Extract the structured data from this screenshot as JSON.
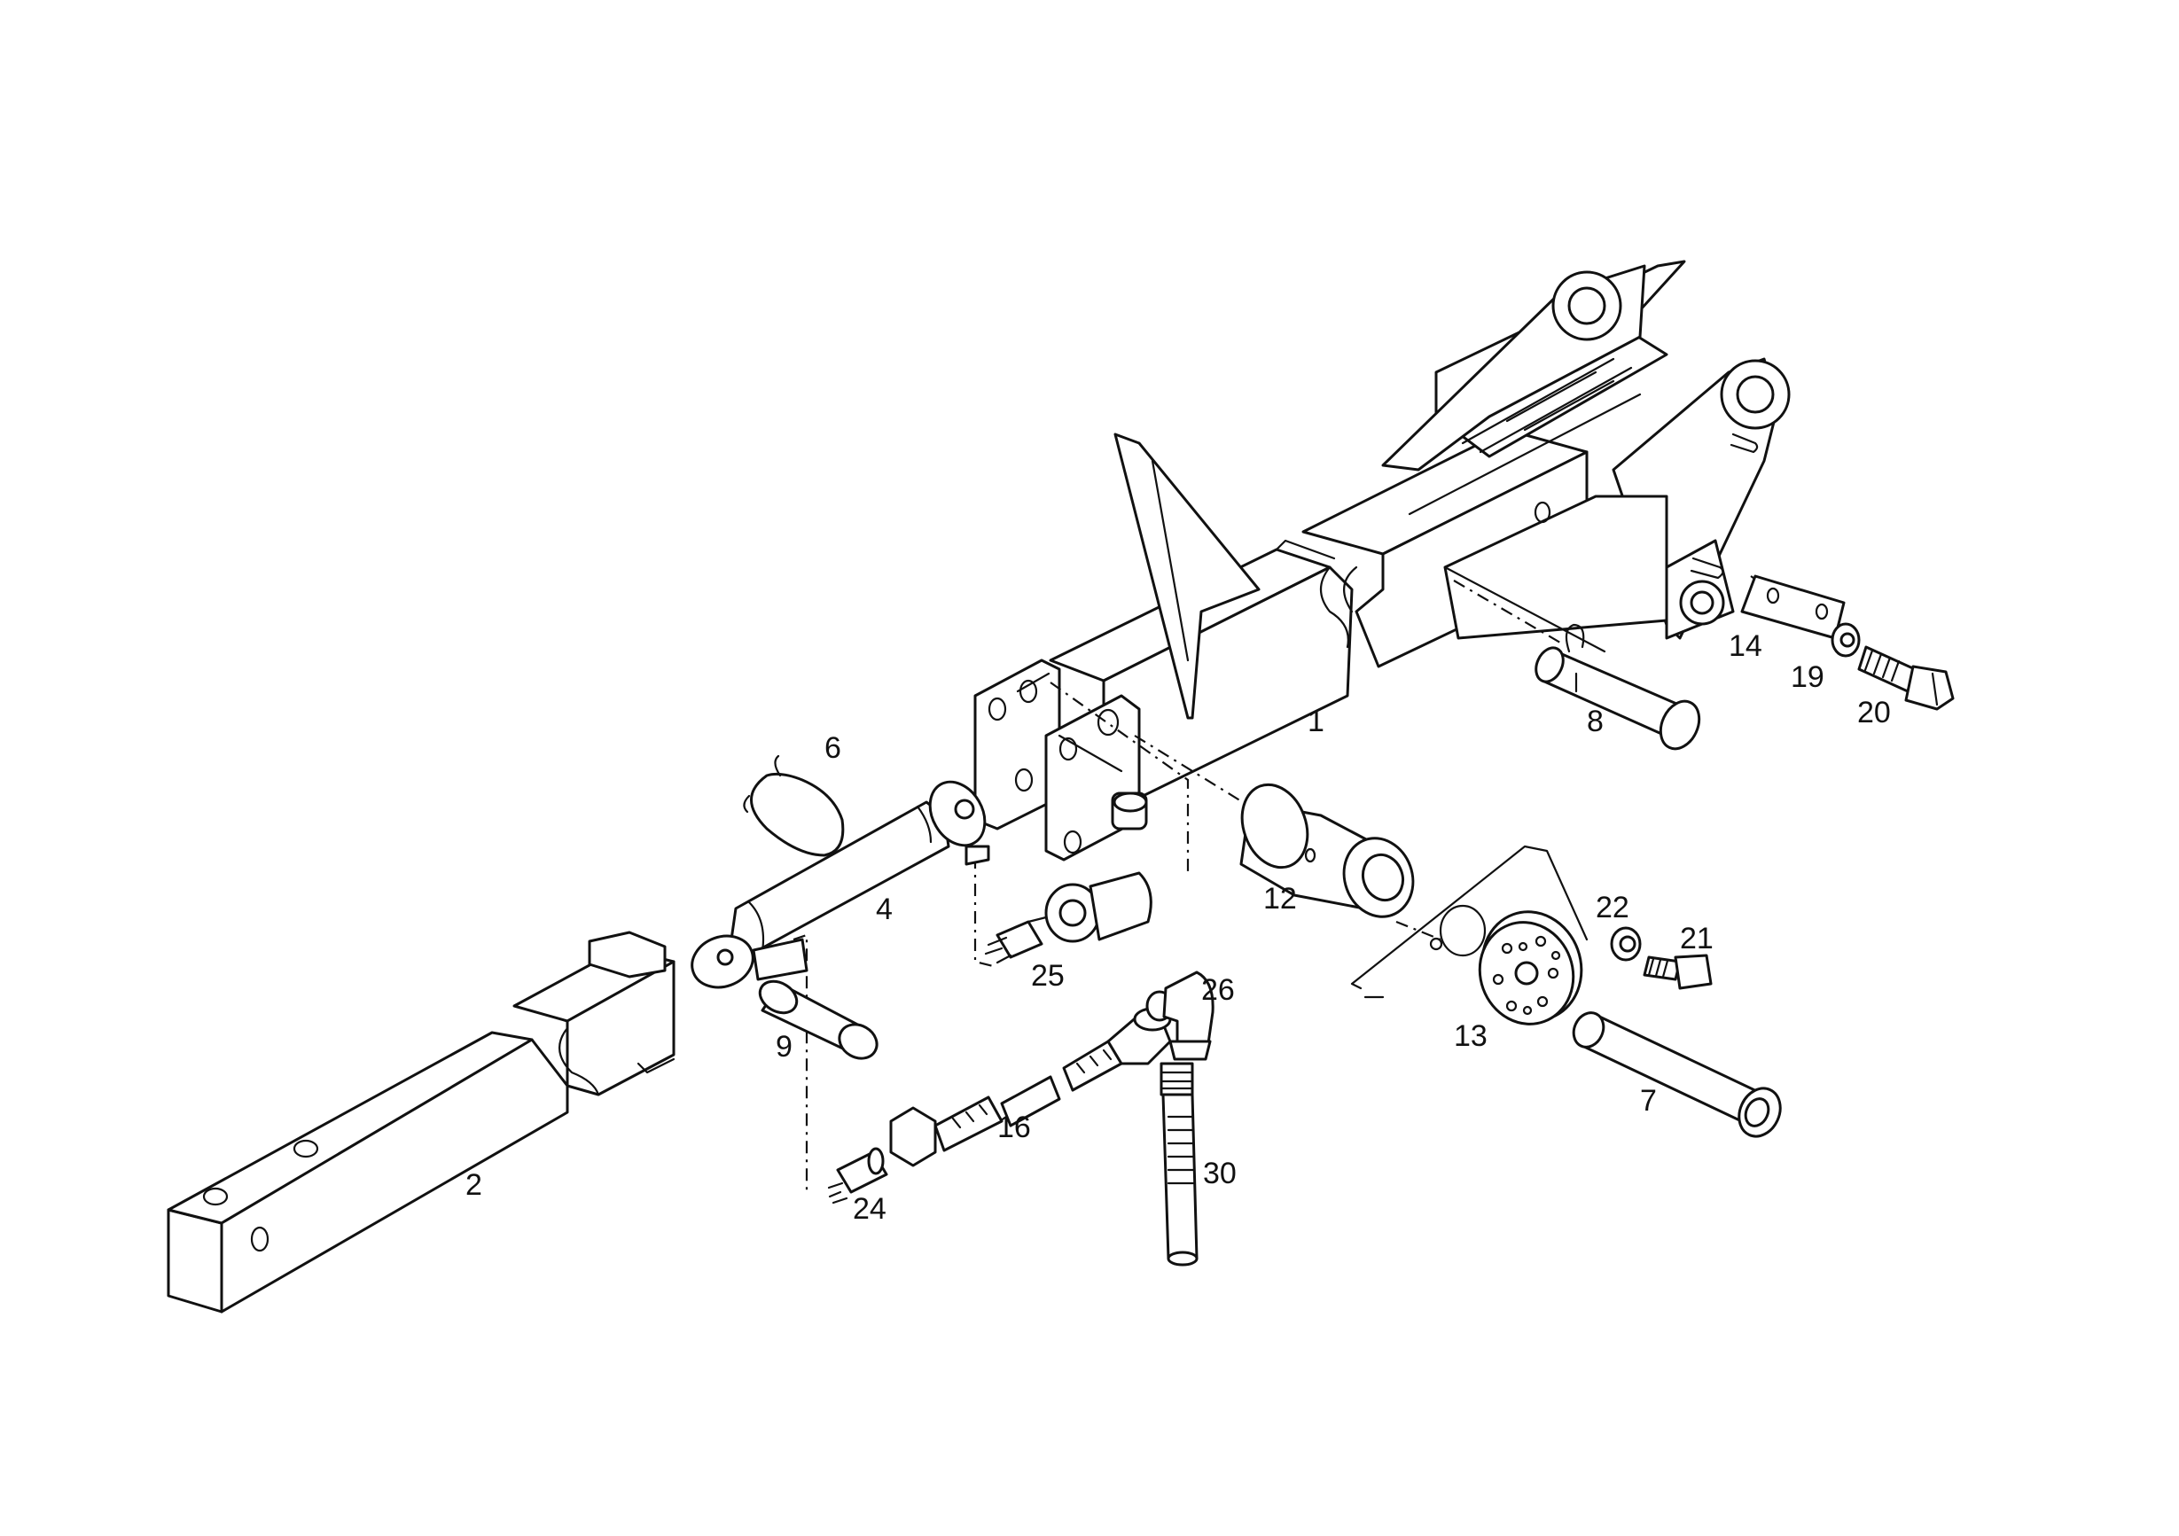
{
  "callouts": {
    "c1": "1",
    "c2": "2",
    "c4": "4",
    "c6": "6",
    "c7": "7",
    "c8": "8",
    "c9": "9",
    "c12": "12",
    "c13": "13",
    "c14": "14",
    "c16": "16",
    "c19": "19",
    "c20": "20",
    "c21": "21",
    "c22": "22",
    "c24": "24",
    "c25": "25",
    "c26": "26",
    "c30": "30"
  },
  "colors": {
    "line": "#111111",
    "background": "#ffffff"
  }
}
